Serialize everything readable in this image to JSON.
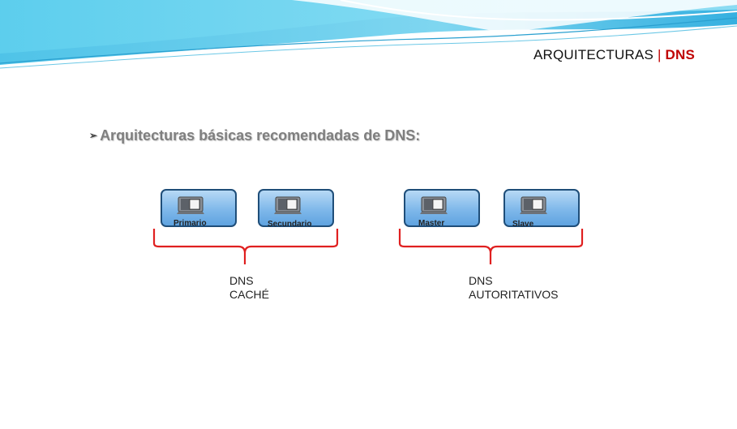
{
  "header": {
    "title_main": "ARQUITECTURAS ",
    "title_sep": "|",
    "title_accent": " DNS"
  },
  "bullet": {
    "text": "Arquitecturas básicas recomendadas de DNS:"
  },
  "nodes": {
    "primario": "Primario",
    "secundario": "Secundario",
    "master": "Master",
    "slave": "Slave"
  },
  "groups": {
    "cache": {
      "line1": "DNS",
      "line2": "CACHÉ"
    },
    "autoritativos": {
      "line1": "DNS",
      "line2": "AUTORITATIVOS"
    }
  },
  "colors": {
    "accent": "#c00000",
    "node_border": "#1f4e79",
    "node_fill": "#7fb8ea",
    "brace": "#e02020"
  },
  "icons": {
    "server": "server-computer-icon",
    "bullet": "arrow-bullet-icon"
  }
}
